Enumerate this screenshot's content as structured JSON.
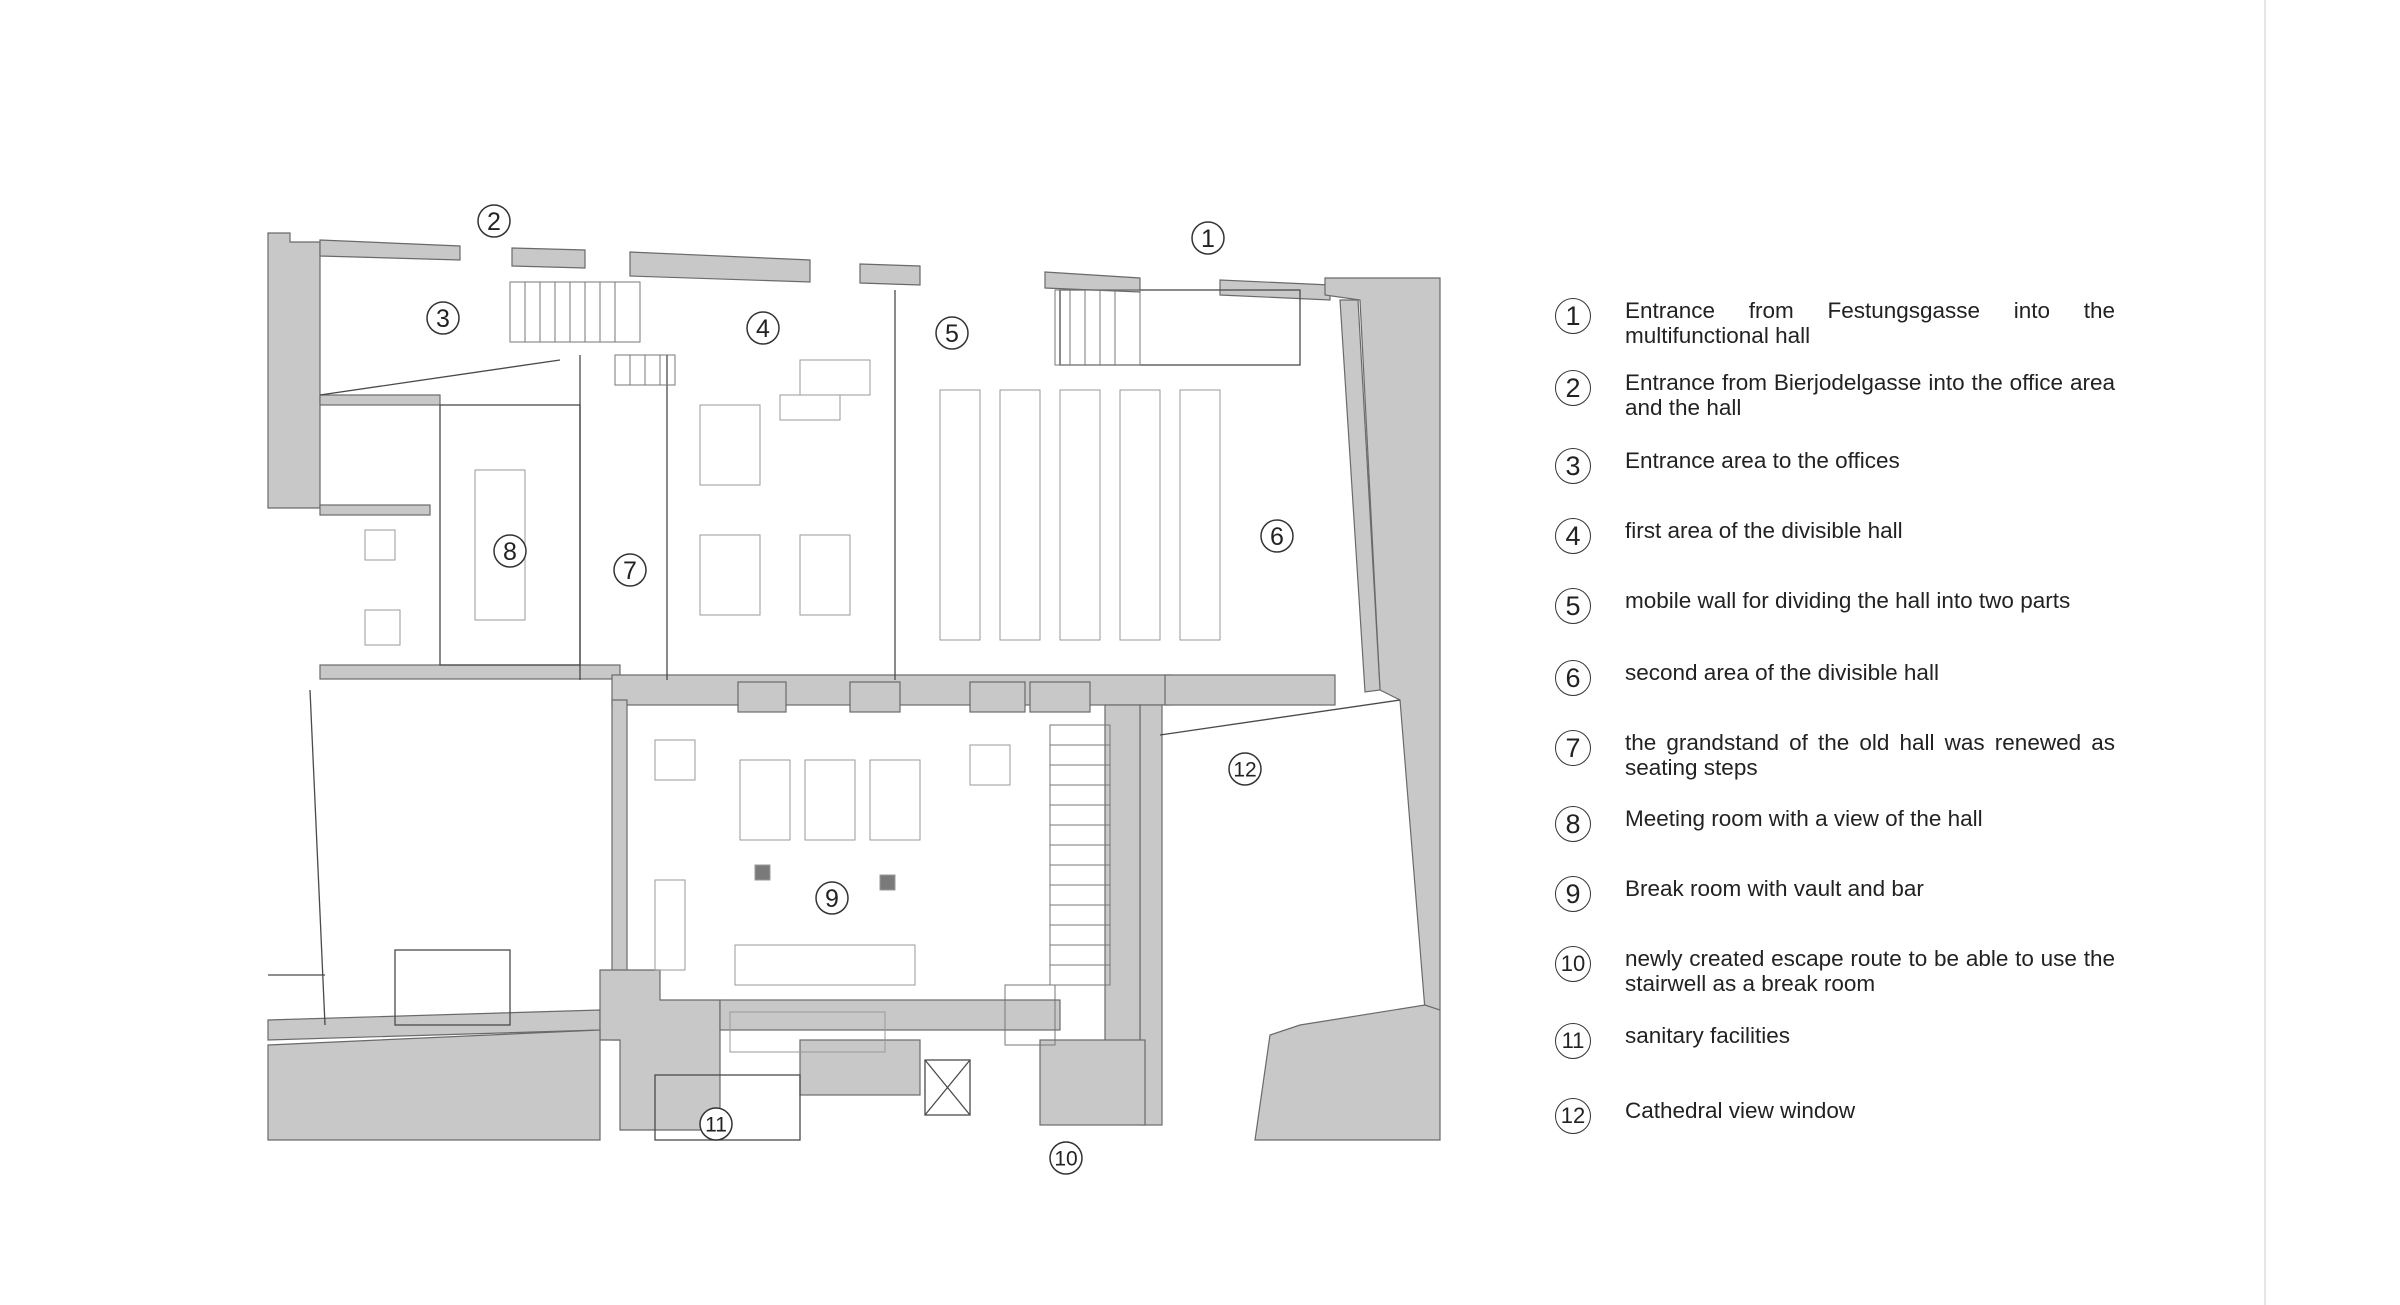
{
  "legend": [
    {
      "num": "1",
      "text": "Entrance from Festungsgasse into the multifunctional hall"
    },
    {
      "num": "2",
      "text": "Entrance from Bierjodelgasse into the office area and the hall"
    },
    {
      "num": "3",
      "text": "Entrance area to the offices"
    },
    {
      "num": "4",
      "text": "first area of the divisible hall"
    },
    {
      "num": "5",
      "text": "mobile wall for dividing the hall into two parts"
    },
    {
      "num": "6",
      "text": "second area of the divisible hall"
    },
    {
      "num": "7",
      "text": "the grandstand of the old hall was renewed as seating steps"
    },
    {
      "num": "8",
      "text": "Meeting room with a view of the hall"
    },
    {
      "num": "9",
      "text": "Break room with vault and bar"
    },
    {
      "num": "10",
      "text": "newly created escape route to be able to use the stairwell as a break room"
    },
    {
      "num": "11",
      "text": "sanitary facilities"
    },
    {
      "num": "12",
      "text": "Cathedral view window"
    }
  ],
  "plan_markers": [
    "1",
    "2",
    "3",
    "4",
    "5",
    "6",
    "7",
    "8",
    "9",
    "10",
    "11",
    "12"
  ],
  "colors": {
    "wall": "#c8c8c8",
    "wall_dark": "#b4b4b4",
    "line": "#4a4a4a",
    "furniture": "#9a9a9a"
  }
}
